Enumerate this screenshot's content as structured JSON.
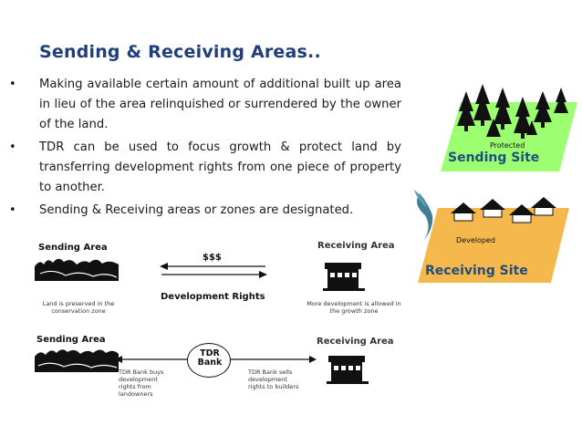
{
  "title": "Sending & Receiving Areas..",
  "bullets": [
    "Making available certain amount of additional built up area in lieu of the area relinquished or surrendered by the owner of the land.",
    "TDR can be used to focus growth & protect land by transferring development rights from one piece of property to another.",
    "Sending & Receiving areas or zones are designated."
  ],
  "bullet_symbol": "•",
  "diagram_top": {
    "sending_label": "Sending Area",
    "receiving_label": "Receiving Area",
    "money_label": "$$$",
    "rights_label": "Development Rights",
    "sending_caption": "Land is preserved in the conservation zone",
    "receiving_caption": "More development is allowed in the growth zone"
  },
  "diagram_bottom": {
    "sending_label": "Sending Area",
    "receiving_label": "Receiving Area",
    "bank_label": "TDR Bank",
    "buys_caption": "TDR Bank buys development rights from landowners",
    "sells_caption": "TDR Bank sells development rights to builders"
  },
  "sending_site": {
    "tag": "Protected",
    "label": "Sending Site",
    "color": "#9cff6f"
  },
  "receiving_site": {
    "tag": "Developed",
    "label": "Receiving Site",
    "color": "#f5b84d"
  }
}
